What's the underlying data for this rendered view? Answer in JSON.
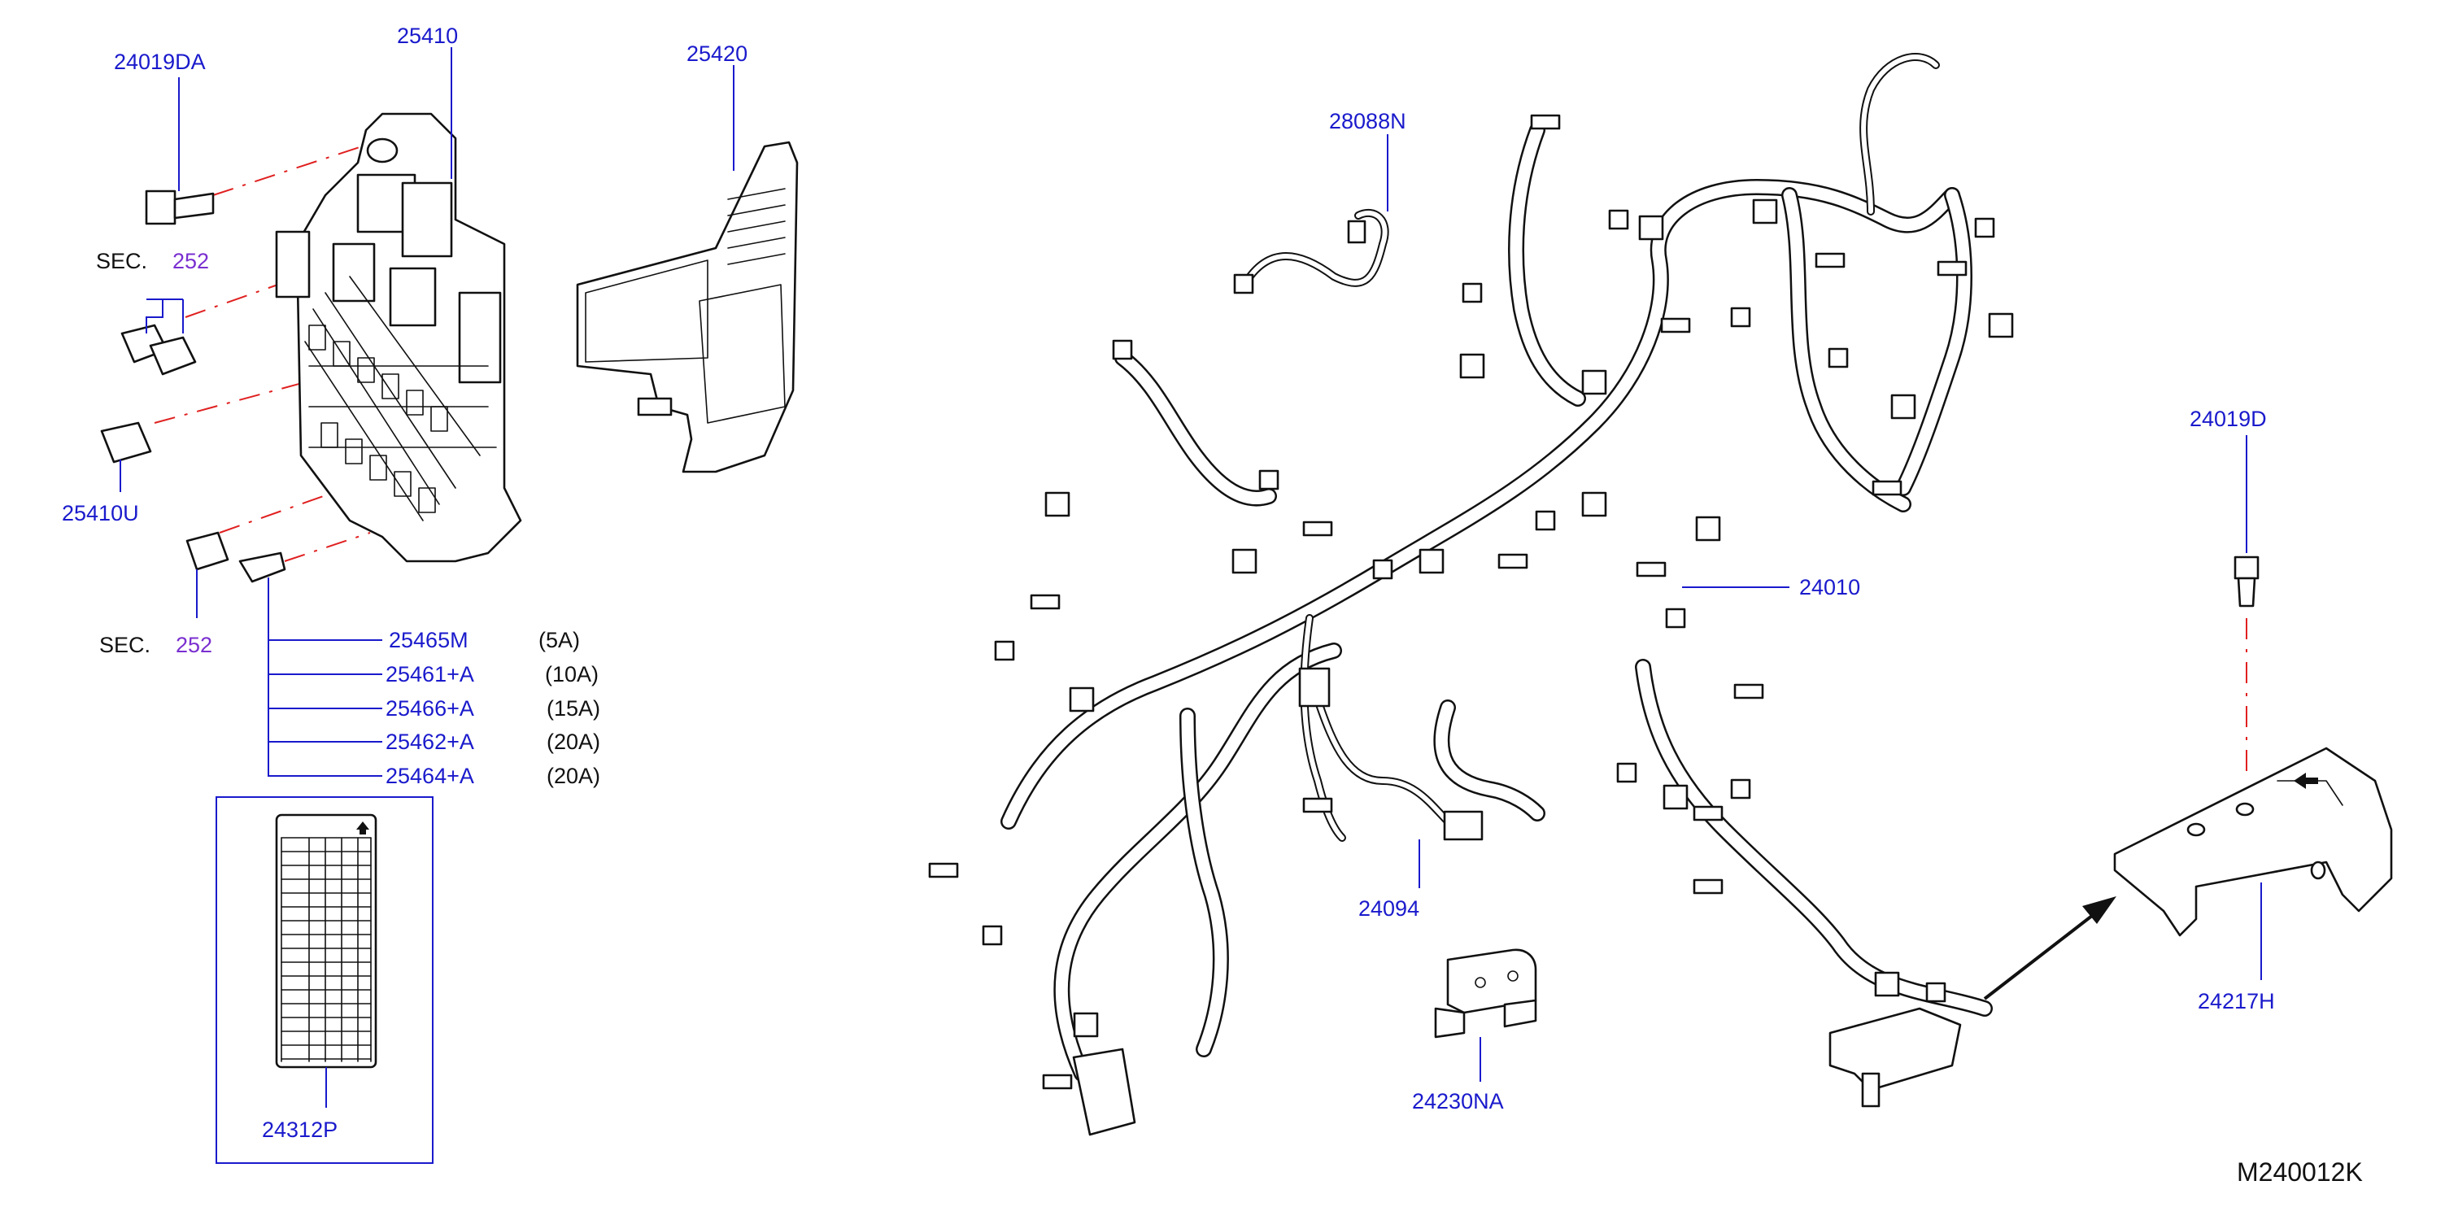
{
  "callouts": {
    "bolt_fuse_block": "24019DA",
    "fuse_block": "25410",
    "fuse_block_cover": "25420",
    "sensor_harness": "28088N",
    "relay": "25410U",
    "main_harness": "24010",
    "bolt_bracket": "24019D",
    "sub_harness": "24094",
    "bracket": "24217H",
    "clip_bracket": "24230NA",
    "fuse_label": "24312P"
  },
  "section_refs": [
    {
      "prefix": "SEC.",
      "number": "252"
    },
    {
      "prefix": "SEC.",
      "number": "252"
    }
  ],
  "fuses": [
    {
      "part": "25465M",
      "rating": "(5A)"
    },
    {
      "part": "25461+A",
      "rating": "(10A)"
    },
    {
      "part": "25466+A",
      "rating": "(15A)"
    },
    {
      "part": "25462+A",
      "rating": "(20A)"
    },
    {
      "part": "25464+A",
      "rating": "(20A)"
    }
  ],
  "drawing_id": "M240012K",
  "colors": {
    "callout_text": "#1a1acc",
    "section_number": "#7a2fd0",
    "centerline": "#e02020",
    "line_art": "#111111"
  }
}
